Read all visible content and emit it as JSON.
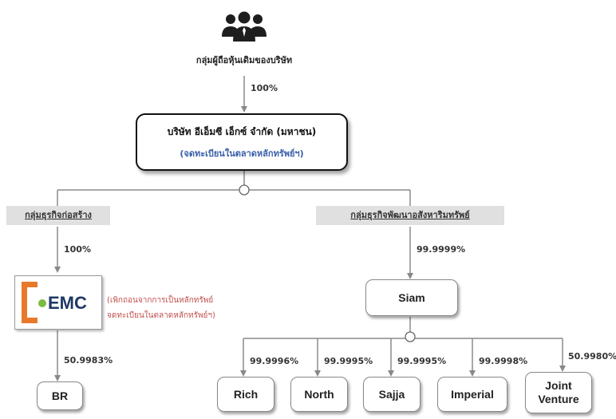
{
  "shareholders": {
    "label": "กลุ่มผู้ถือหุ้นเดิมของบริษัท",
    "icon": "people-group-icon"
  },
  "top_pct": "100%",
  "company": {
    "name": "บริษัท อีเอ็มซี เอ็กซ์ จำกัด (มหาชน)",
    "note": "(จดทะเบียนในตลาดหลักทรัพย์ฯ)"
  },
  "groups": {
    "construction": {
      "label": "กลุ่มธุรกิจก่อสร้าง",
      "pct": "100%"
    },
    "property": {
      "label": "กลุ่มธุรกิจพัฒนาอสังหาริมทรัพย์",
      "pct": "99.9999%"
    }
  },
  "emc": {
    "logo_text": "EMC",
    "note_line1": "(เพิกถอนจากการเป็นหลักทรัพย์",
    "note_line2": "จดทะเบียนในตลาดหลักทรัพย์ฯ)",
    "br_pct": "50.9983%"
  },
  "br": {
    "label": "BR"
  },
  "siam": {
    "label": "Siam"
  },
  "subsidiaries": [
    {
      "label": "Rich",
      "pct": "99.9996%"
    },
    {
      "label": "North",
      "pct": "99.9995%"
    },
    {
      "label": "Sajja",
      "pct": "99.9995%"
    },
    {
      "label": "Imperial",
      "pct": "99.9998%"
    },
    {
      "label": "Joint Venture",
      "pct": "50.9980%"
    }
  ],
  "colors": {
    "accent_blue": "#3a5fa8",
    "note_red": "#c0504d",
    "logo_orange": "#e8792b",
    "logo_green": "#7dbb42",
    "logo_navy": "#1f3864"
  }
}
